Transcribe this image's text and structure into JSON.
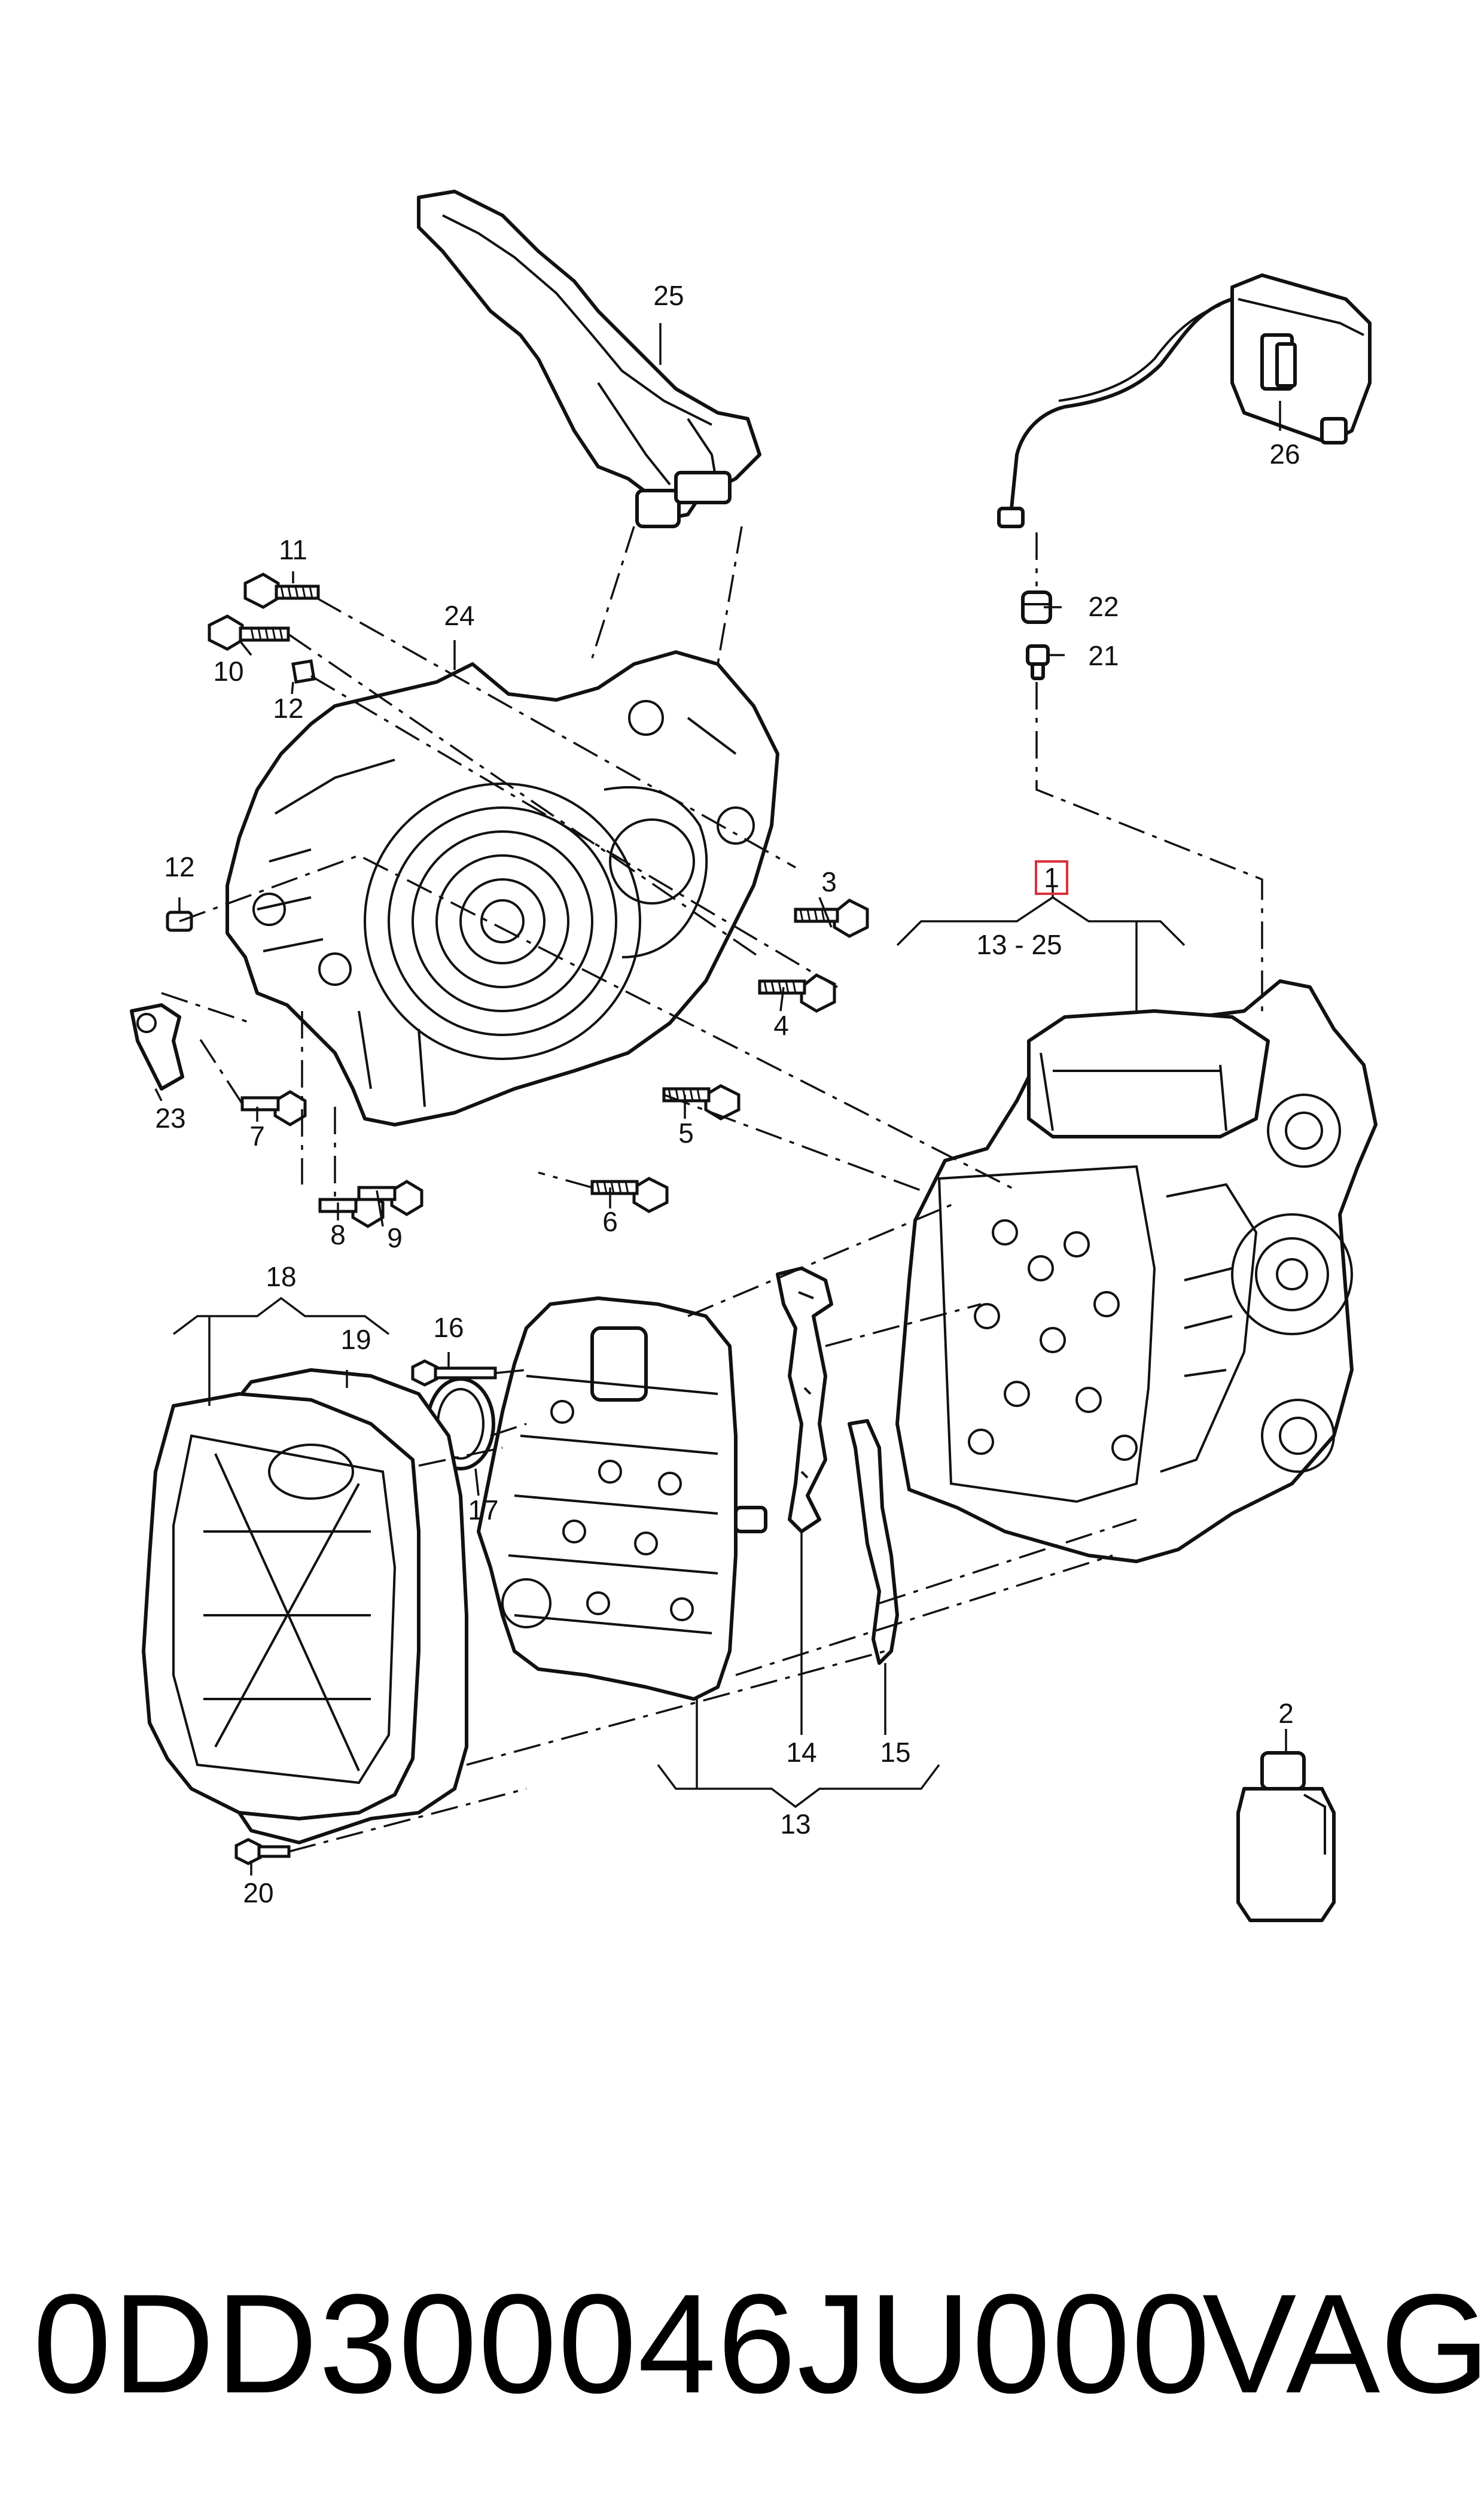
{
  "callouts": {
    "c1": "1",
    "c2": "2",
    "c3": "3",
    "c4": "4",
    "c5": "5",
    "c6": "6",
    "c7": "7",
    "c8": "8",
    "c9": "9",
    "c10": "10",
    "c11": "11",
    "c12a": "12",
    "c12b": "12",
    "c13": "13",
    "c13_25": "13 - 25",
    "c14": "14",
    "c15": "15",
    "c16": "16",
    "c17": "17",
    "c18": "18",
    "c19": "19",
    "c20": "20",
    "c21": "21",
    "c22": "22",
    "c23": "23",
    "c24": "24",
    "c25": "25",
    "c26": "26"
  },
  "footer": {
    "part_number": "0DD300046JU000",
    "brand": "VAG"
  },
  "colors": {
    "ink": "#111111",
    "highlight_box": "#d9303a",
    "background": "#ffffff"
  }
}
